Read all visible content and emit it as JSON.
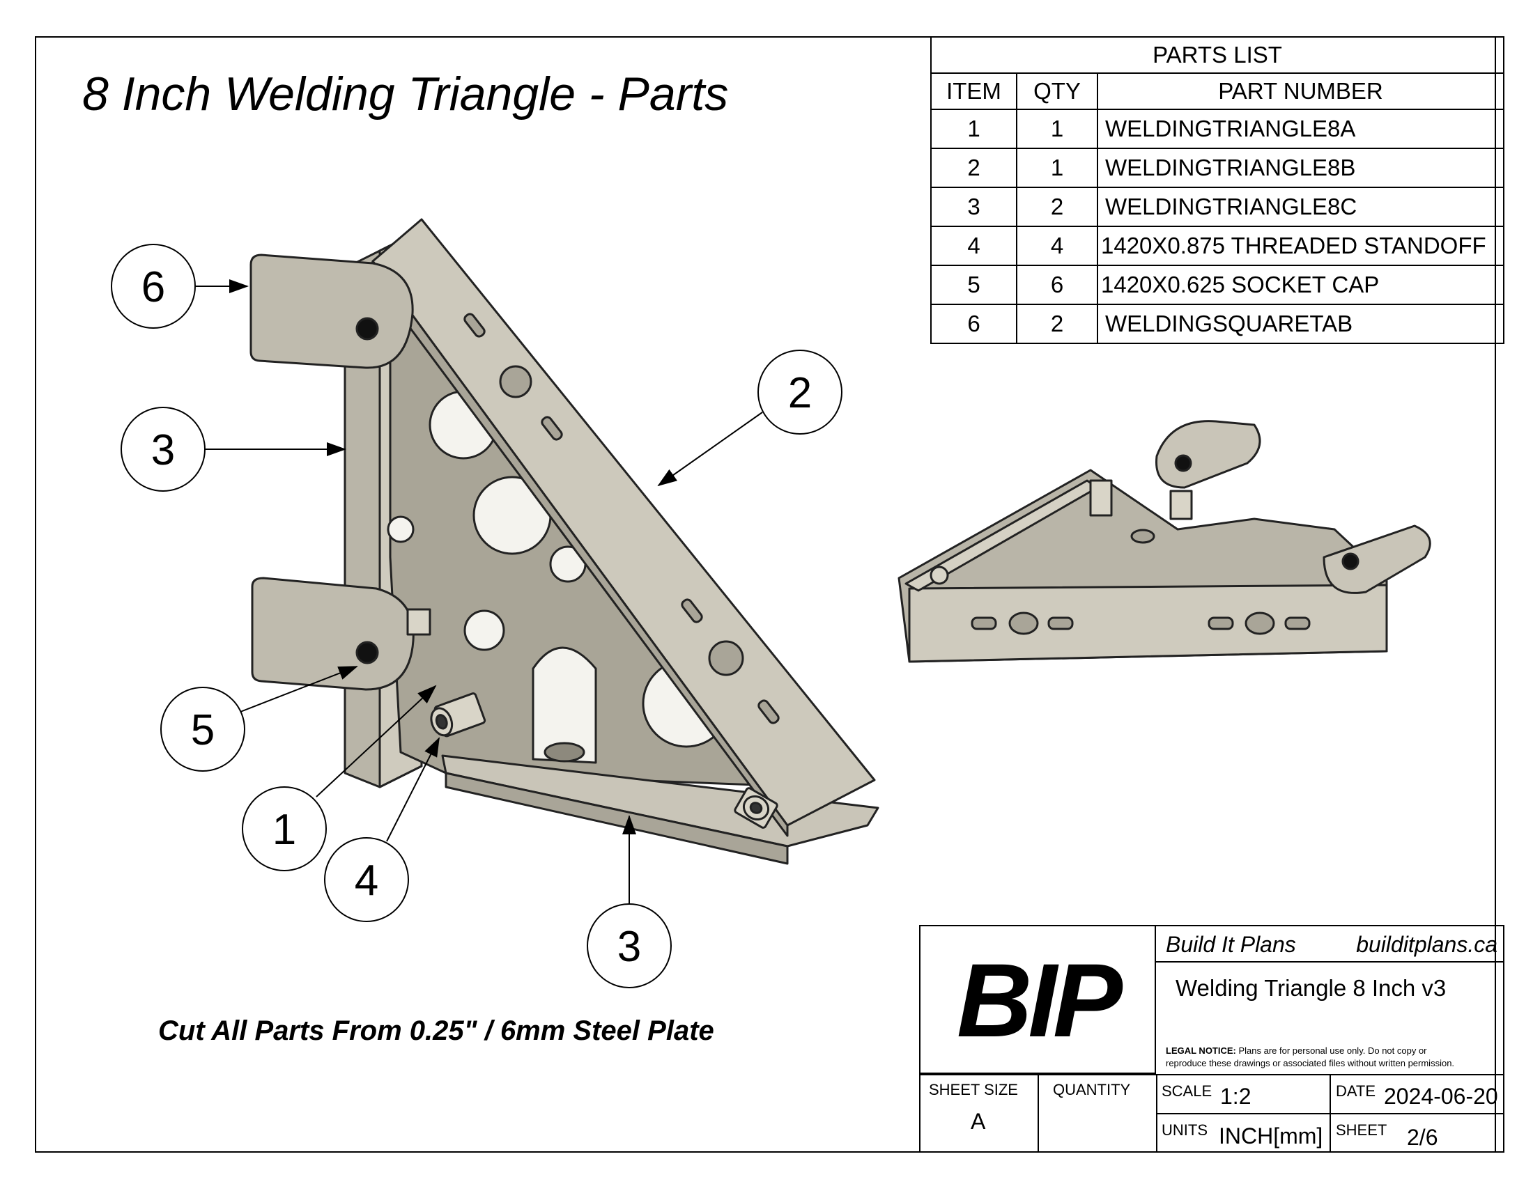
{
  "title": "8 Inch Welding Triangle - Parts",
  "note": "Cut All Parts From 0.25\" / 6mm Steel Plate",
  "callouts": [
    "6",
    "3",
    "2",
    "5",
    "1",
    "4",
    "3"
  ],
  "parts_list": {
    "title": "PARTS LIST",
    "headers": [
      "ITEM",
      "QTY",
      "PART NUMBER"
    ],
    "rows": [
      {
        "item": "1",
        "qty": "1",
        "part": "WELDINGTRIANGLE8A"
      },
      {
        "item": "2",
        "qty": "1",
        "part": "WELDINGTRIANGLE8B"
      },
      {
        "item": "3",
        "qty": "2",
        "part": "WELDINGTRIANGLE8C"
      },
      {
        "item": "4",
        "qty": "4",
        "part": "1420X0.875 THREADED STANDOFF"
      },
      {
        "item": "5",
        "qty": "6",
        "part": "1420X0.625 SOCKET CAP"
      },
      {
        "item": "6",
        "qty": "2",
        "part": "WELDINGSQUARETAB"
      }
    ]
  },
  "title_block": {
    "logo": "BIP",
    "company": "Build It Plans",
    "website": "builditplans.ca",
    "drawing_title": "Welding Triangle 8 Inch v3",
    "legal_label": "LEGAL NOTICE:",
    "legal_text_1": " Plans are for personal use only. Do not copy or",
    "legal_text_2": "reproduce these drawings or associated files without written permission.",
    "sheet_size_label": "SHEET SIZE",
    "sheet_size": "A",
    "quantity_label": "QUANTITY",
    "quantity": "",
    "scale_label": "SCALE",
    "scale": "1:2",
    "date_label": "DATE",
    "date": "2024-06-20",
    "units_label": "UNITS",
    "units": "INCH[mm]",
    "sheet_label": "SHEET",
    "sheet": "2/6"
  },
  "colors": {
    "steel": "#c9c5b8",
    "steel_dark": "#a9a598",
    "ink": "#000000"
  }
}
